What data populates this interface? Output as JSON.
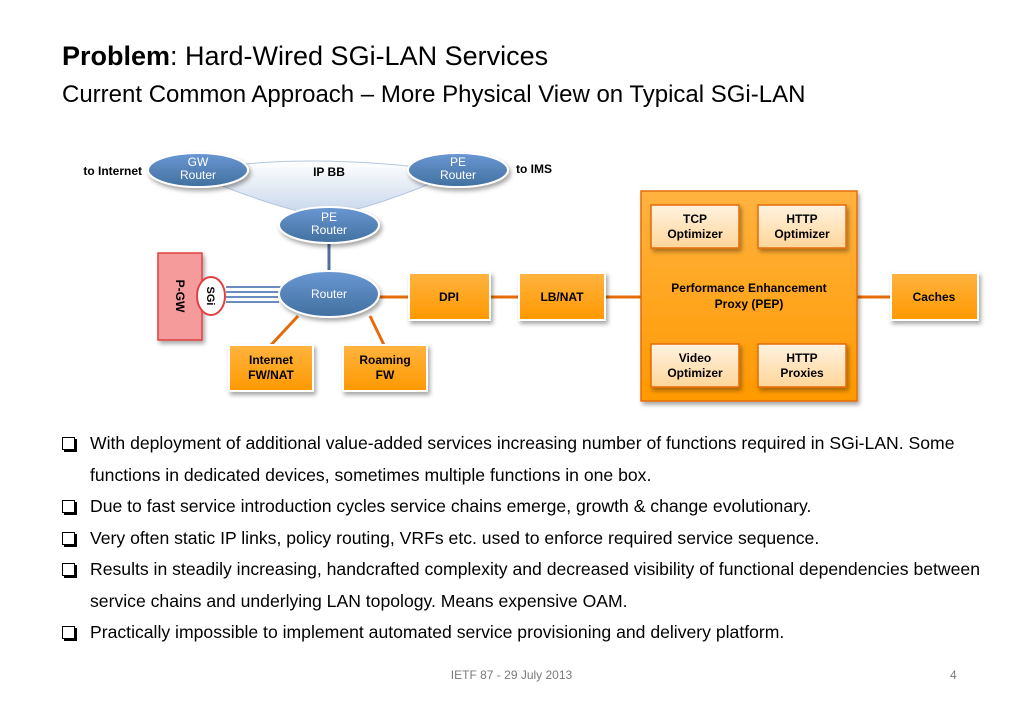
{
  "slide": {
    "title_bold": "Problem",
    "title_rest": ": Hard-Wired SGi-LAN Services",
    "subtitle": "Current Common Approach – More Physical View on Typical SGi-LAN"
  },
  "diagram": {
    "to_internet": "to Internet",
    "to_ims": "to IMS",
    "ip_bb": "IP BB",
    "gw_router": [
      "GW",
      "Router"
    ],
    "pe_router_right": [
      "PE",
      "Router"
    ],
    "pe_router_center": [
      "PE",
      "Router"
    ],
    "router": "Router",
    "pgw": "P-GW",
    "sgi": "SGi",
    "internet_fw": [
      "Internet",
      "FW/NAT"
    ],
    "roaming_fw": [
      "Roaming",
      "FW"
    ],
    "dpi": "DPI",
    "lb_nat": "LB/NAT",
    "pep": [
      "Performance Enhancement",
      "Proxy (PEP)"
    ],
    "tcp_opt": [
      "TCP",
      "Optimizer"
    ],
    "http_opt": [
      "HTTP",
      "Optimizer"
    ],
    "video_opt": [
      "Video",
      "Optimizer"
    ],
    "http_proxies": [
      "HTTP",
      "Proxies"
    ],
    "caches": "Caches",
    "colors": {
      "router_blue": "#4f81bd",
      "router_border": "#3a6295",
      "orange": "#ff9900",
      "orange_border": "#e46c0a",
      "cloud": "#dbe5f1",
      "pgw_fill": "#f59b9b",
      "pgw_border": "#e04040",
      "link_orange": "#e46c0a",
      "link_blue": "#6a8cc0"
    }
  },
  "bullets": [
    "With deployment of additional value-added services increasing number of functions required in SGi-LAN. Some functions in dedicated devices, sometimes multiple functions in one box.",
    "Due to fast service introduction cycles service chains emerge, growth & change evolutionary.",
    "Very often static IP links, policy routing, VRFs etc. used to enforce required service sequence.",
    "Results in steadily increasing, handcrafted complexity and decreased visibility of functional dependencies between service chains and underlying LAN topology. Means expensive OAM.",
    "Practically impossible to implement automated service provisioning and delivery platform."
  ],
  "footer": {
    "text": "IETF 87 - 29 July 2013",
    "page": "4"
  }
}
